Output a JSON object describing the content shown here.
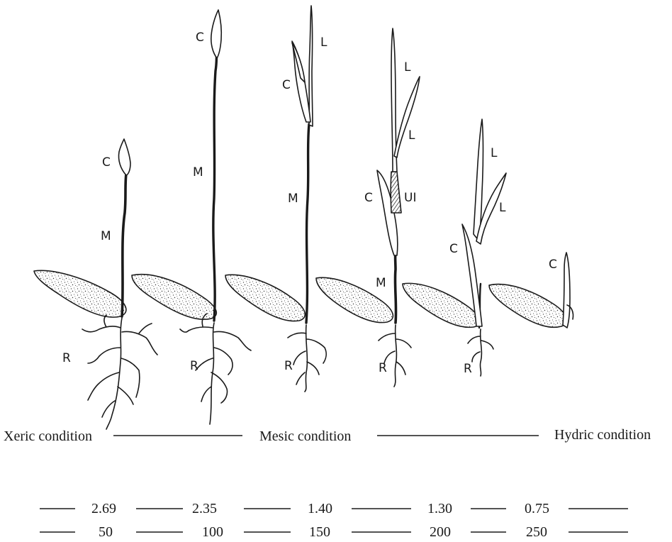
{
  "organ_labels": {
    "coleoptile": "C",
    "mesocotyl": "M",
    "leaf": "L",
    "upper_internode": "UI",
    "root": "R"
  },
  "condition_labels": {
    "xeric": "Xeric condition",
    "mesic": "Mesic condition",
    "hydric": "Hydric condition"
  },
  "scale_rows": [
    [
      "2.69",
      "2.35",
      "1.40",
      "1.30",
      "0.75"
    ],
    [
      "50",
      "100",
      "150",
      "200",
      "250"
    ]
  ],
  "colors": {
    "ink": "#1a1a1a",
    "paper": "#ffffff"
  }
}
